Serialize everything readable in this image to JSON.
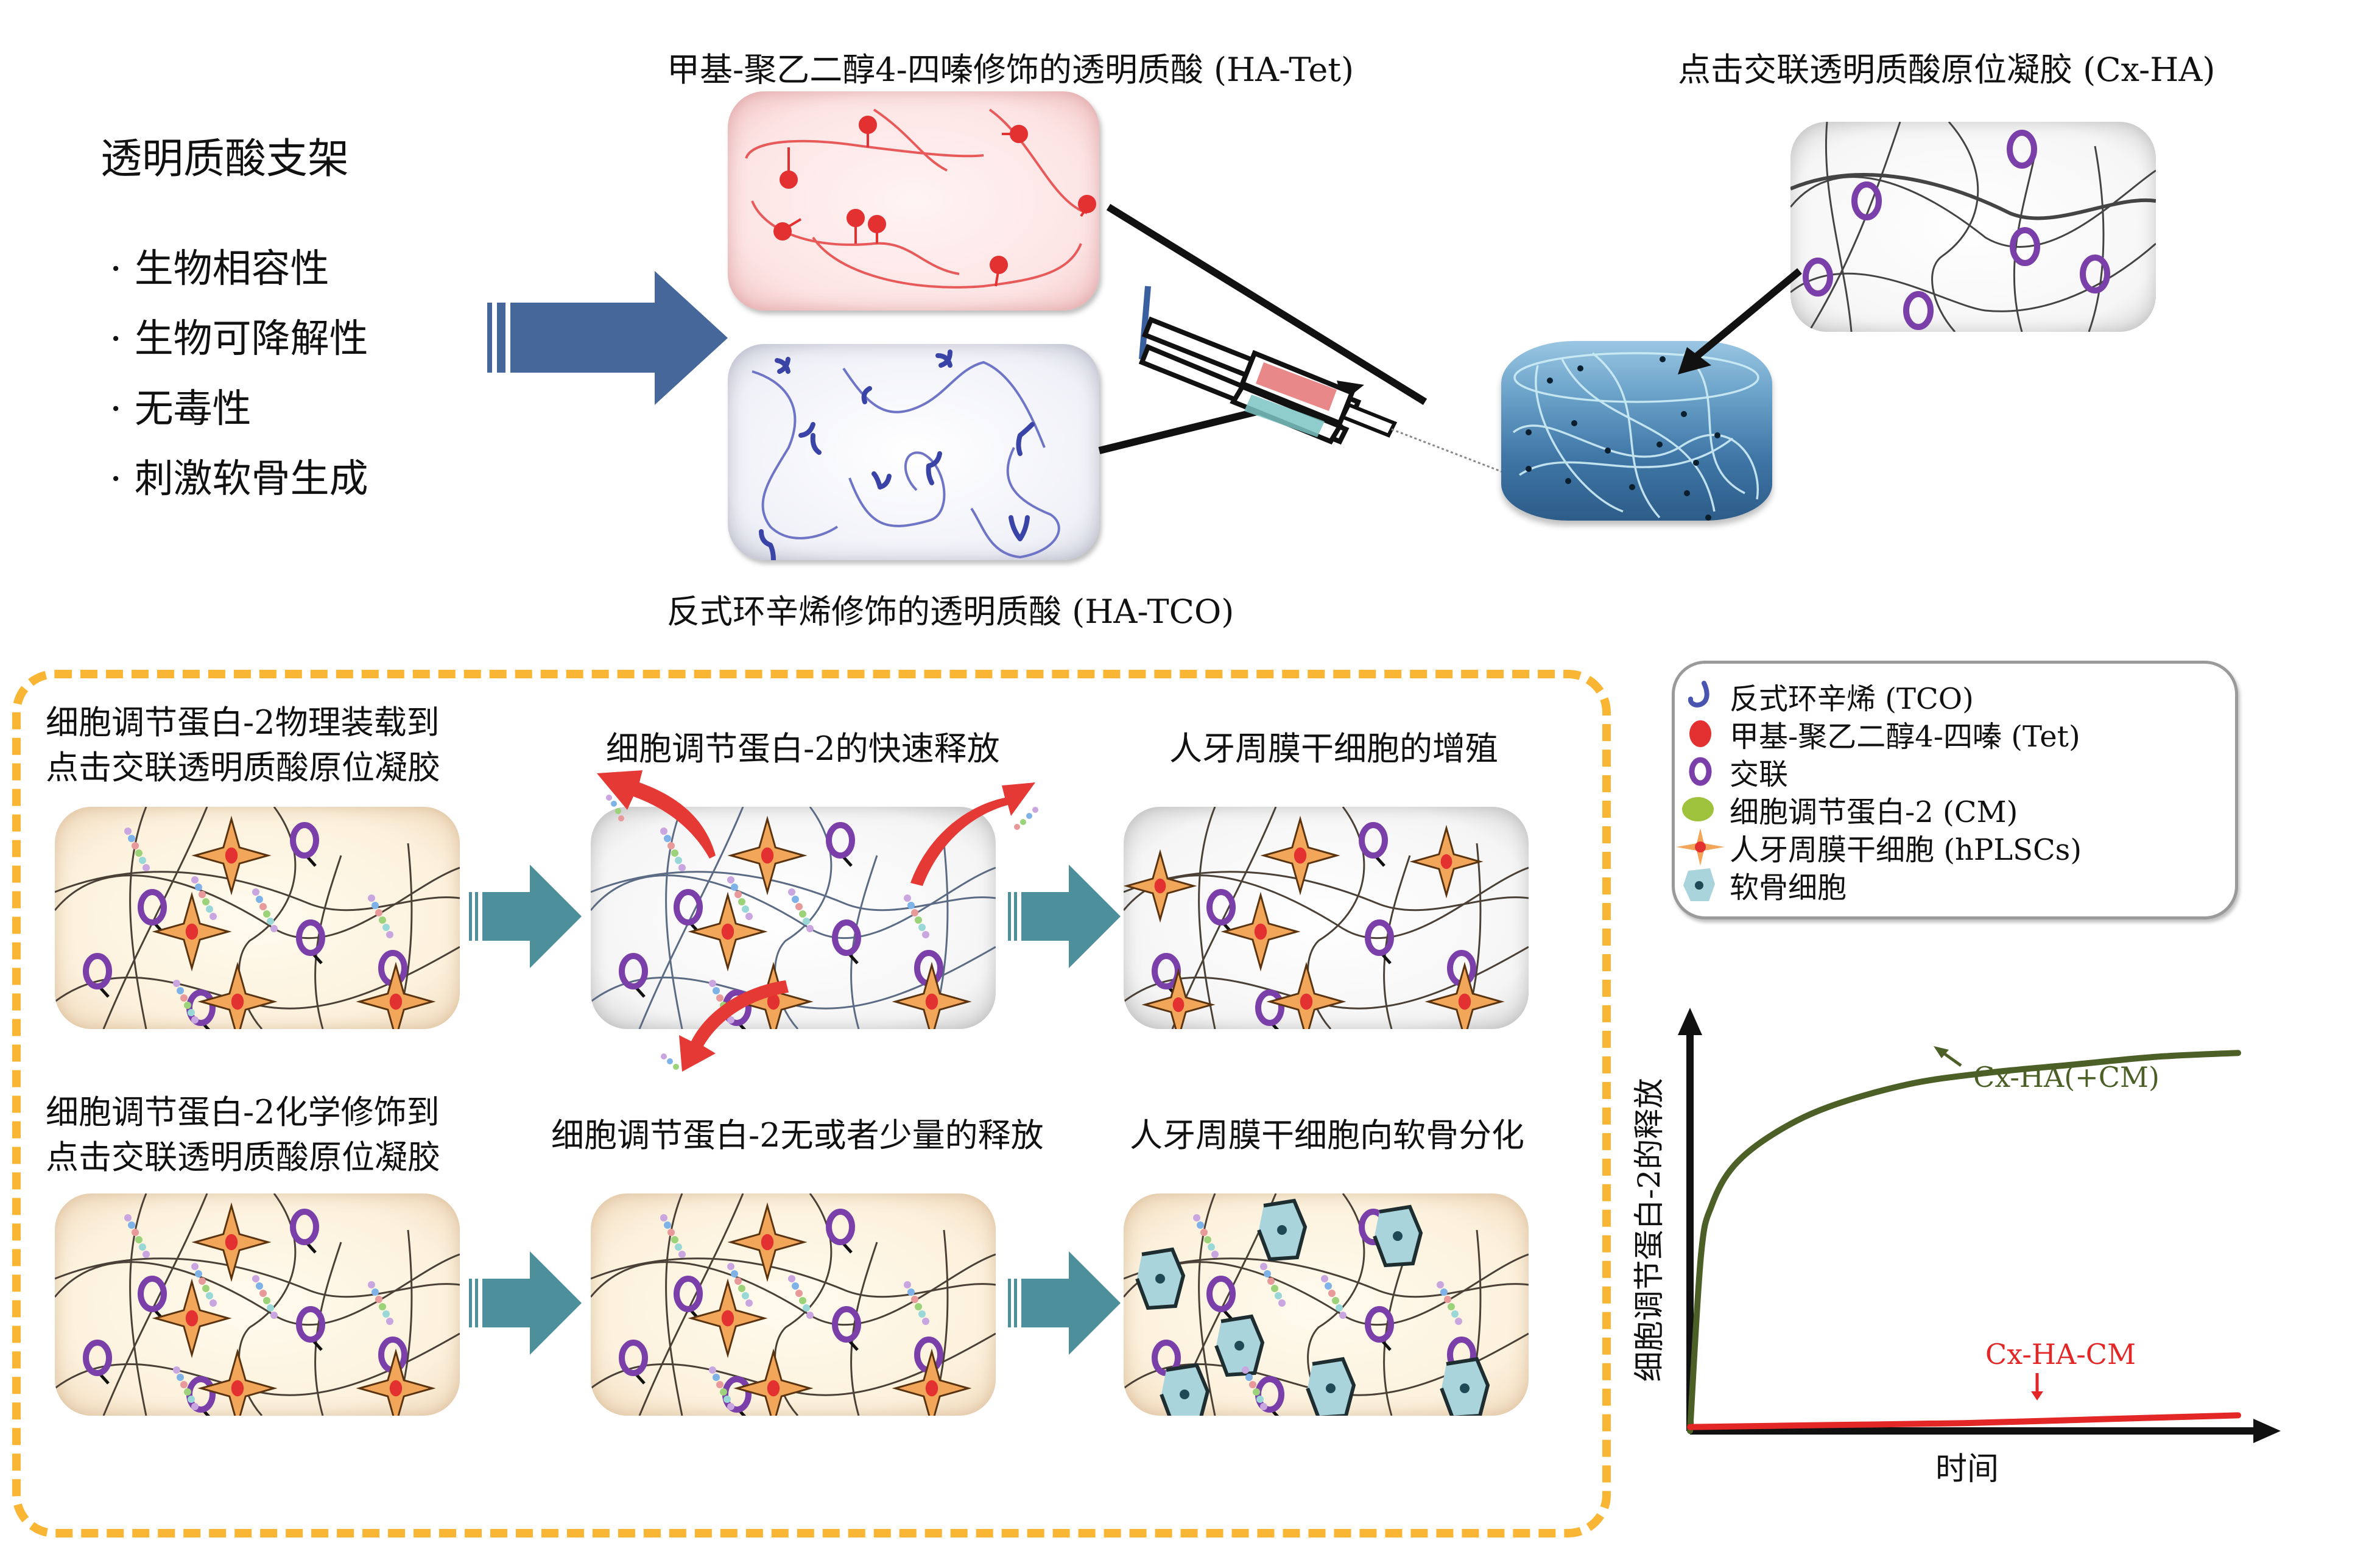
{
  "scaffold": {
    "title": "透明质酸支架",
    "bullets": [
      "生物相容性",
      "生物可降解性",
      "无毒性",
      "刺激软骨生成"
    ],
    "bullet_mark": "·"
  },
  "precursors": {
    "ha_tet_title": "甲基-聚乙二醇4-四嗪修饰的透明质酸 (HA-Tet)",
    "ha_tco_title": "反式环辛烯修饰的透明质酸 (HA-TCO)"
  },
  "gel": {
    "title": "点击交联透明质酸原位凝胶 (Cx-HA)"
  },
  "workflow": {
    "row1": {
      "step1": [
        "细胞调节蛋白-2物理装载到",
        "点击交联透明质酸原位凝胶"
      ],
      "step2": "细胞调节蛋白-2的快速释放",
      "step3": "人牙周膜干细胞的增殖"
    },
    "row2": {
      "step1": [
        "细胞调节蛋白-2化学修饰到",
        "点击交联透明质酸原位凝胶"
      ],
      "step2": "细胞调节蛋白-2无或者少量的释放",
      "step3": "人牙周膜干细胞向软骨分化"
    }
  },
  "legend": {
    "items": [
      {
        "icon": "tco-hook-icon",
        "label": "反式环辛烯 (TCO)",
        "color": "#4a55b0"
      },
      {
        "icon": "tet-dot-icon",
        "label": "甲基-聚乙二醇4-四嗪 (Tet)",
        "color": "#e33030"
      },
      {
        "icon": "crosslink-ring-icon",
        "label": "交联",
        "color": "#7a3fa8"
      },
      {
        "icon": "cm-blob-icon",
        "label": "细胞调节蛋白-2 (CM)",
        "color": "#9fc23c"
      },
      {
        "icon": "hplsc-star-icon",
        "label": "人牙周膜干细胞 (hPLSCs)",
        "color": "#f2a65a"
      },
      {
        "icon": "chondrocyte-icon",
        "label": "软骨细胞",
        "color": "#a9d4dc"
      }
    ]
  },
  "colors": {
    "scaffold_arrow": "#46679a",
    "process_arrow": "#4e8f9c",
    "release_arrow": "#e53935",
    "dashed_border": "#f8b634",
    "gel_blue": "#4a86b5",
    "green_curve": "#4c5f26",
    "red_line": "#e32626"
  },
  "chart_data": {
    "type": "line",
    "title": "",
    "xlabel": "时间",
    "ylabel": "细胞调节蛋白-2的释放",
    "x_ticks": [],
    "y_ticks": [],
    "grid": false,
    "units": "relative (unlabeled axes)",
    "xlim": [
      0,
      1
    ],
    "ylim": [
      0,
      1
    ],
    "series": [
      {
        "name": "Cx-HA(+CM)",
        "color": "#4c5f26",
        "x": [
          0,
          0.02,
          0.04,
          0.08,
          0.15,
          0.25,
          0.4,
          0.55,
          0.7,
          0.85,
          1.0
        ],
        "y": [
          0,
          0.45,
          0.58,
          0.68,
          0.76,
          0.83,
          0.89,
          0.92,
          0.94,
          0.96,
          0.97
        ]
      },
      {
        "name": "Cx-HA-CM",
        "color": "#e32626",
        "x": [
          0,
          0.25,
          0.5,
          0.75,
          1.0
        ],
        "y": [
          0.01,
          0.015,
          0.02,
          0.03,
          0.04
        ]
      }
    ],
    "annotations": [
      {
        "text": "Cx-HA(+CM)",
        "color": "#4c5f26",
        "points_to": "Cx-HA(+CM)"
      },
      {
        "text": "Cx-HA-CM",
        "color": "#e32626",
        "points_to": "Cx-HA-CM"
      }
    ]
  }
}
